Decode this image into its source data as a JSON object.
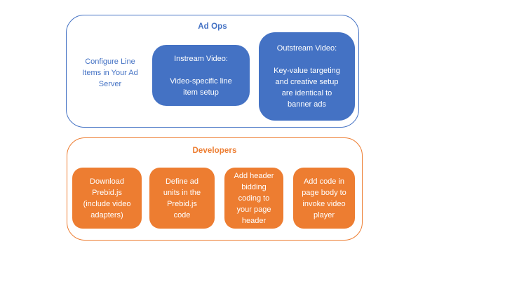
{
  "colors": {
    "blue_fill": "#4472C4",
    "blue_text": "#4472C4",
    "orange_fill": "#ED7D31",
    "orange_text": "#ED7D31",
    "box_text": "#FFFFFF",
    "background": "#FFFFFF"
  },
  "ad_ops": {
    "title": "Ad Ops",
    "side_note": "Configure Line\nItems in Your Ad\nServer",
    "boxes": [
      {
        "title": "Instream Video:",
        "body": "Video-specific line\nitem setup"
      },
      {
        "title": "Outstream Video:",
        "body": "Key-value targeting\nand creative setup\nare identical to\nbanner ads"
      }
    ]
  },
  "developers": {
    "title": "Developers",
    "boxes": [
      {
        "label": "Download\nPrebid.js\n(include video\nadapters)"
      },
      {
        "label": "Define ad\nunits in the\nPrebid.js\ncode"
      },
      {
        "label": "Add header\nbidding\ncoding to\nyour page\nheader"
      },
      {
        "label": "Add code in\npage body to\ninvoke video\nplayer"
      }
    ]
  }
}
